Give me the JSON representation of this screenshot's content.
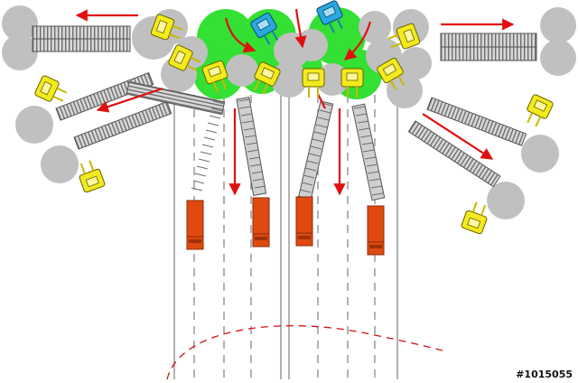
{
  "diagram": {
    "id_label": "#1015055",
    "colors": {
      "background": "#ffffff",
      "stockpile_grey": "#c0c0c0",
      "green_zone": "#33e033",
      "loader_yellow": "#f2ea1c",
      "loader_blue": "#2aa8e0",
      "truck_orange": "#e04a10",
      "arrow_red": "#e01010",
      "conveyor_grey": "#9a9a9a",
      "lane_line": "#555555"
    },
    "element_counts": {
      "grey_stockpiles": 24,
      "green_zones": 4,
      "yellow_loaders": 11,
      "blue_loaders": 2,
      "trucks": 4,
      "conveyors": 10,
      "red_arrows": 11
    }
  }
}
